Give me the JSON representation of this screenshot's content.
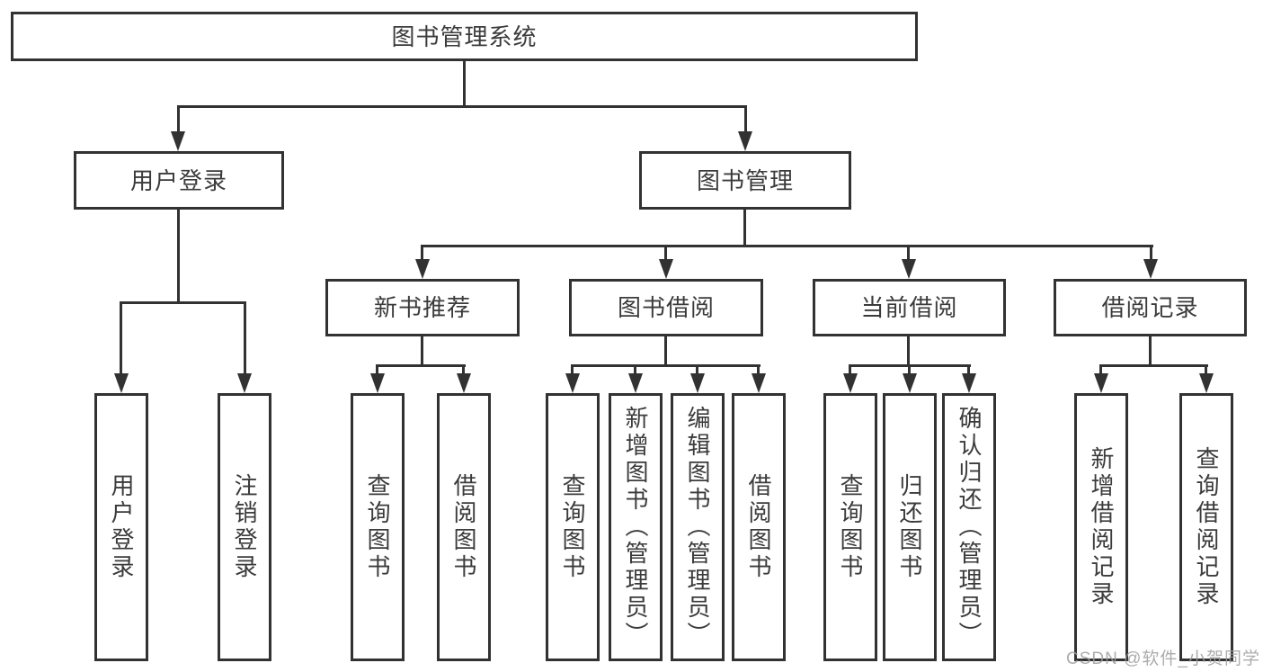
{
  "colors": {
    "line": "#323232",
    "text": "#3b3b3b",
    "background": "#ffffff",
    "watermark_color": "#9e9e9e"
  },
  "watermark": {
    "text": "CSDN @软件_小贺同学"
  },
  "tree": {
    "root": {
      "label": "图书管理系统"
    },
    "branches": [
      {
        "label": "用户登录",
        "children": [
          {
            "label": "用户登录"
          },
          {
            "label": "注销登录"
          }
        ]
      },
      {
        "label": "图书管理",
        "children": [
          {
            "label": "新书推荐",
            "children": [
              {
                "label": "查询图书"
              },
              {
                "label": "借阅图书"
              }
            ]
          },
          {
            "label": "图书借阅",
            "children": [
              {
                "label": "查询图书"
              },
              {
                "label": "新增图书（管理员）"
              },
              {
                "label": "编辑图书（管理员）"
              },
              {
                "label": "借阅图书"
              }
            ]
          },
          {
            "label": "当前借阅",
            "children": [
              {
                "label": "查询图书"
              },
              {
                "label": "归还图书"
              },
              {
                "label": "确认归还（管理员）"
              }
            ]
          },
          {
            "label": "借阅记录",
            "children": [
              {
                "label": "新增借阅记录"
              },
              {
                "label": "查询借阅记录"
              }
            ]
          }
        ]
      }
    ]
  }
}
